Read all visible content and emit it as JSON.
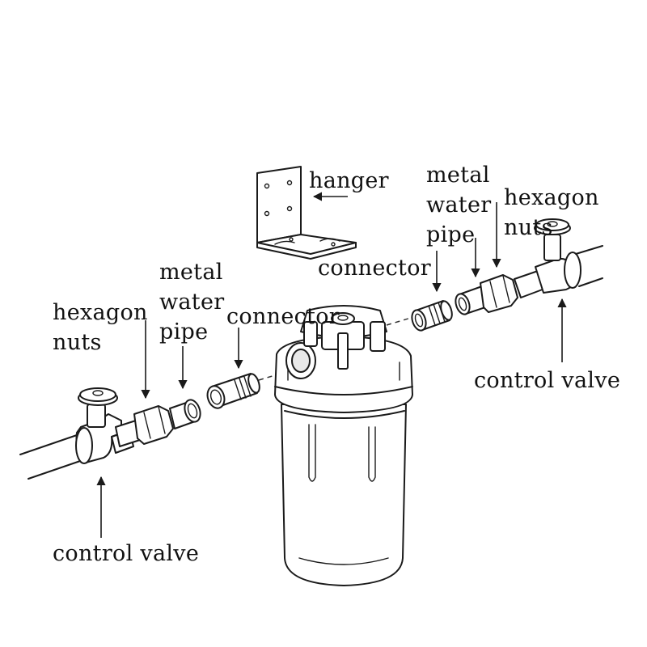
{
  "labels": {
    "hanger": "hanger",
    "connector_right": "connector",
    "connector_left": "connector",
    "metal_water_pipe_right": [
      "metal",
      "water",
      "pipe"
    ],
    "metal_water_pipe_left": [
      "metal",
      "water",
      "pipe"
    ],
    "hexagon_nuts_right": [
      "hexagon",
      "nuts"
    ],
    "hexagon_nuts_left": [
      "hexagon",
      "nuts"
    ],
    "control_valve_right": "control valve",
    "control_valve_left": "control valve"
  }
}
